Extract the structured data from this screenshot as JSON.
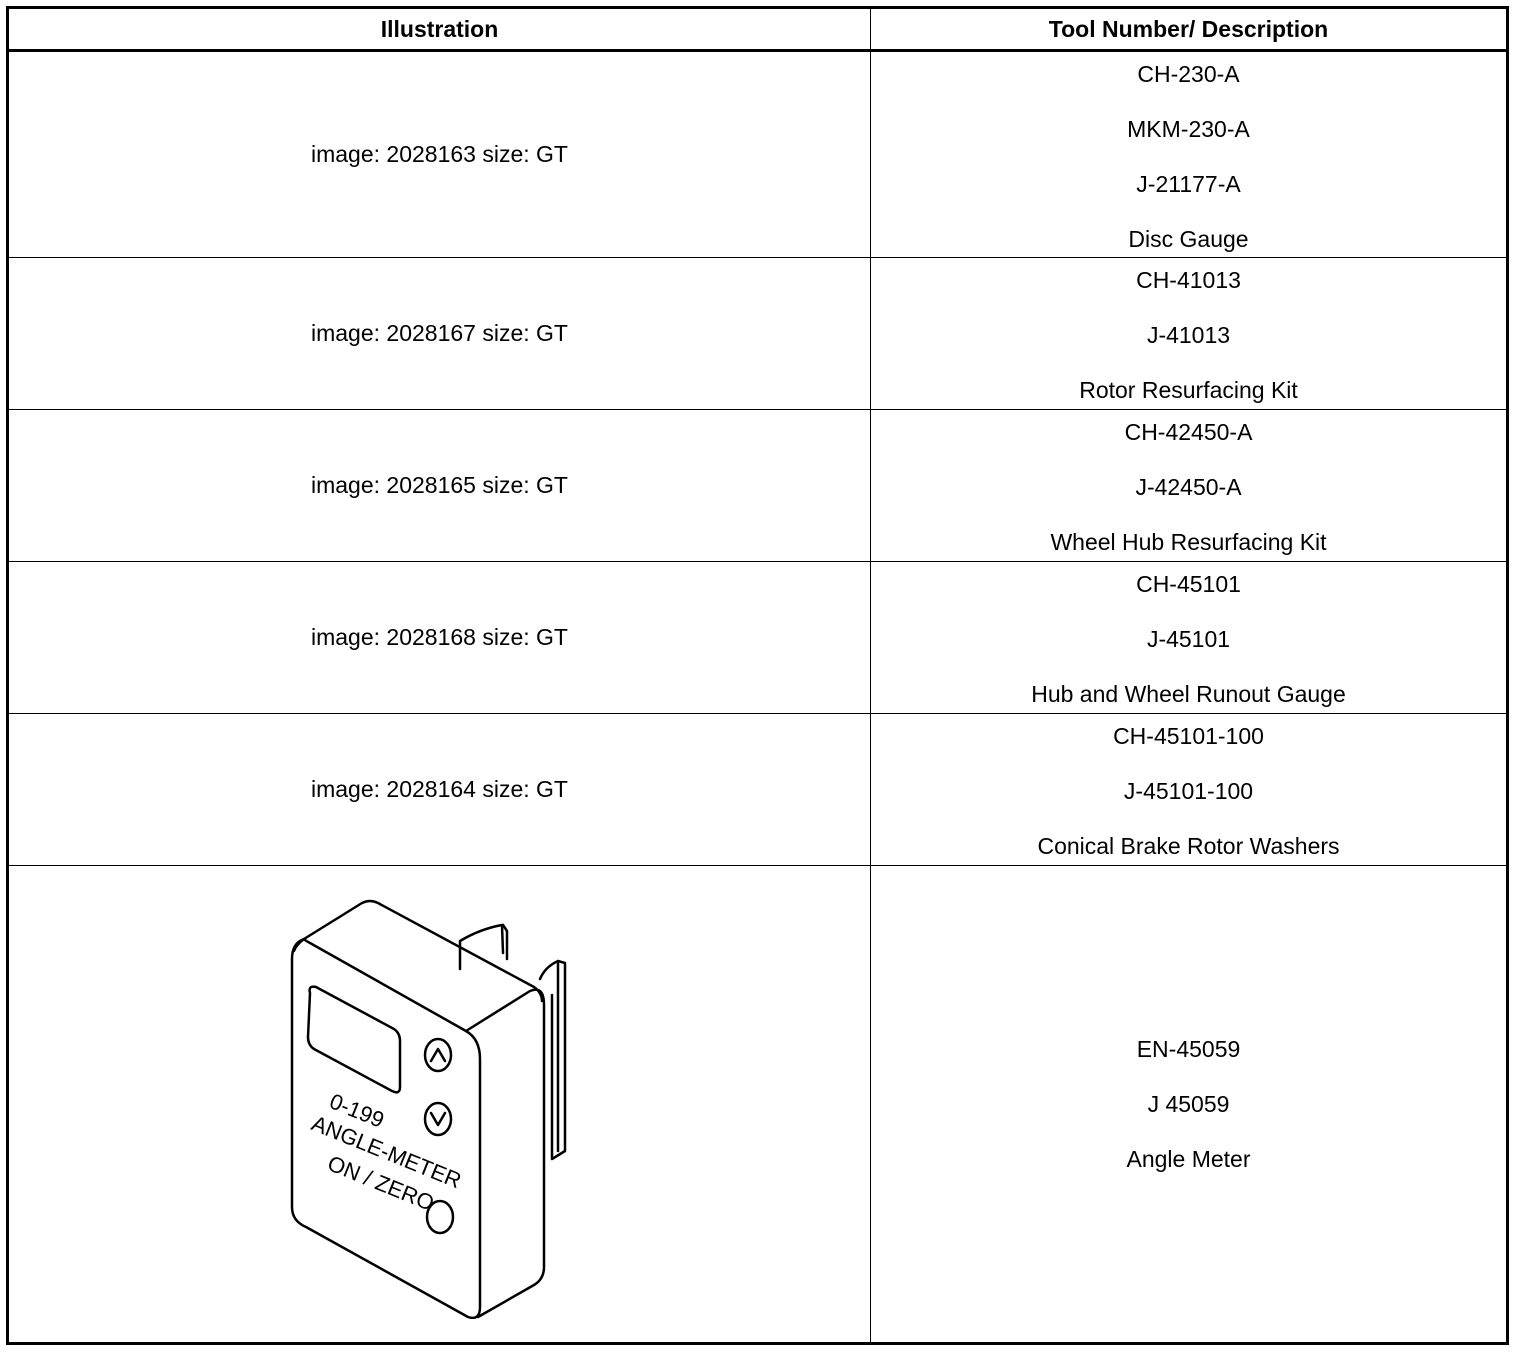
{
  "table": {
    "headers": [
      "Illustration",
      "Tool Number/ Description"
    ],
    "rows": [
      {
        "illustration": "image: 2028163 size: GT",
        "lines": [
          "CH-230-A",
          "MKM-230-A",
          "J-21177-A",
          "Disc Gauge"
        ]
      },
      {
        "illustration": "image: 2028167 size: GT",
        "lines": [
          "CH-41013",
          "J-41013",
          "Rotor Resurfacing Kit"
        ]
      },
      {
        "illustration": "image: 2028165 size: GT",
        "lines": [
          "CH-42450-A",
          "J-42450-A",
          "Wheel Hub Resurfacing Kit"
        ]
      },
      {
        "illustration": "image: 2028168 size: GT",
        "lines": [
          "CH-45101",
          "J-45101",
          "Hub and Wheel Runout Gauge"
        ]
      },
      {
        "illustration": "image: 2028164 size: GT",
        "lines": [
          "CH-45101-100",
          "J-45101-100",
          "Conical Brake Rotor Washers"
        ]
      },
      {
        "illustration": "",
        "lines": [
          "EN-45059",
          "J 45059",
          "Angle Meter"
        ]
      }
    ]
  },
  "angle_meter_drawing": {
    "range_text": "0-199",
    "name_text": "ANGLE-METER",
    "button_text": "ON / ZERO",
    "up_icon": "chevron-up-icon",
    "down_icon": "chevron-down-icon"
  }
}
